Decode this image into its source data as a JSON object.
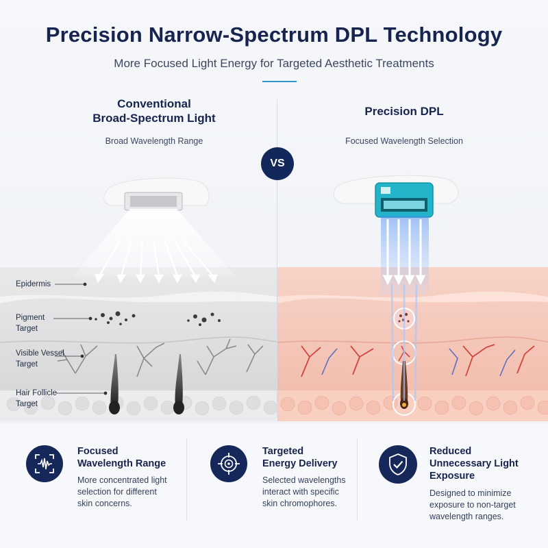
{
  "header": {
    "title": "Precision Narrow-Spectrum DPL Technology",
    "subtitle": "More Focused Light Energy for Targeted Aesthetic Treatments"
  },
  "comparison": {
    "left": {
      "heading_line1": "Conventional",
      "heading_line2": "Broad-Spectrum Light",
      "subheading": "Broad Wavelength Range"
    },
    "vs_label": "VS",
    "right": {
      "heading": "Precision DPL",
      "subheading": "Focused Wavelength Selection"
    }
  },
  "skin_labels": {
    "epidermis": "Epidermis",
    "pigment_line1": "Pigment",
    "pigment_line2": "Target",
    "vessel_line1": "Visible Vessel",
    "vessel_line2": "Target",
    "follicle_line1": "Hair Follicle",
    "follicle_line2": "Target"
  },
  "features": [
    {
      "icon": "waveform-icon",
      "title_line1": "Focused",
      "title_line2": "Wavelength Range",
      "desc_line1": "More concentrated light",
      "desc_line2": "selection for different",
      "desc_line3": "skin concerns."
    },
    {
      "icon": "target-icon",
      "title_line1": "Targeted",
      "title_line2": "Energy Delivery",
      "desc_line1": "Selected wavelengths",
      "desc_line2": "interact with specific",
      "desc_line3": "skin chromophores."
    },
    {
      "icon": "shield-check-icon",
      "title_line1": "Reduced",
      "title_line2": "Unnecessary Light",
      "title_line3": "Exposure",
      "desc_line1": "Designed to minimize",
      "desc_line2": "exposure to non-target",
      "desc_line3": "wavelength ranges."
    }
  ],
  "colors": {
    "navy": "#16244f",
    "accent": "#2a93c9",
    "device_teal": "#23b4c9"
  }
}
